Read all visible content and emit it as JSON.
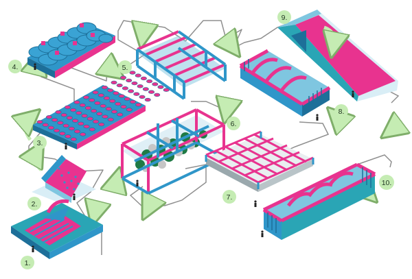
{
  "colors": {
    "magenta": "#e8338f",
    "blue": "#2f96c9",
    "teal": "#2aa5b5",
    "light_blue": "#7fc6e0",
    "green_marker": "#c5ecb3",
    "green_arrow": "#d3f2c4",
    "route_line": "#8f8f8f",
    "ball_green": "#1f7a45",
    "ball_grey": "#c6c6c6"
  },
  "diagram": {
    "stations": [
      {
        "number": "1.",
        "name": "inflatable-ramp"
      },
      {
        "number": "2.",
        "name": "climbing-wedge"
      },
      {
        "number": "3.",
        "name": "bumpy-mat"
      },
      {
        "number": "4.",
        "name": "roller-bed"
      },
      {
        "number": "5.",
        "name": "frame-tunnel"
      },
      {
        "number": "6.",
        "name": "ball-pit-cage"
      },
      {
        "number": "7.",
        "name": "frame-maze"
      },
      {
        "number": "8.",
        "name": "obstacle-tunnel"
      },
      {
        "number": "9.",
        "name": "giant-slide"
      },
      {
        "number": "10.",
        "name": "long-obstacle-run"
      }
    ]
  }
}
